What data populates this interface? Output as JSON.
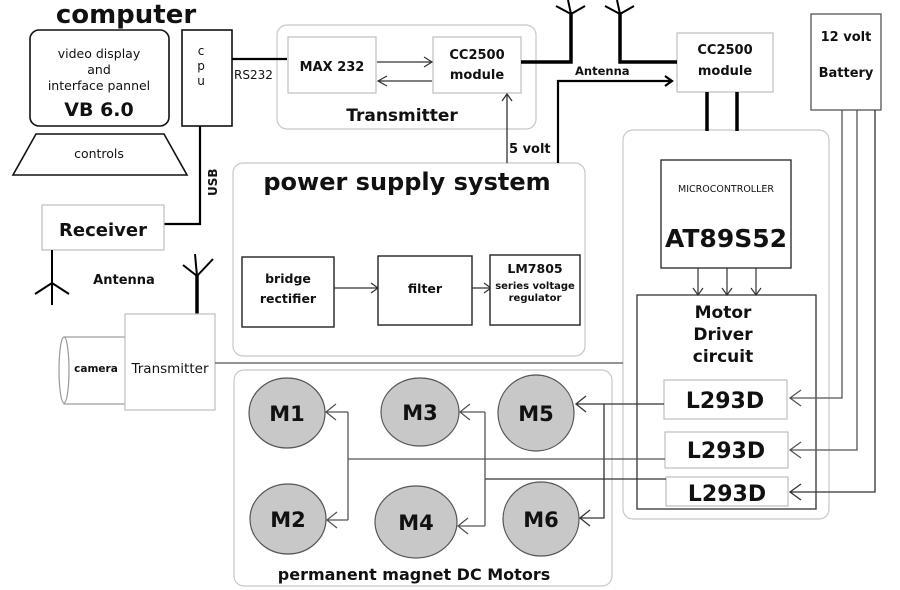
{
  "computer": {
    "title": "computer",
    "display_lines": [
      "video display",
      "and",
      "interface pannel"
    ],
    "display_sub": "VB 6.0",
    "controls": "controls",
    "cpu": [
      "c",
      "p",
      "u"
    ],
    "rs232": "RS232",
    "usb": "USB"
  },
  "transmitter_block": {
    "title": "Transmitter",
    "max232": "MAX 232",
    "cc2500": [
      "CC2500",
      "module"
    ]
  },
  "remote": {
    "cc2500": [
      "CC2500",
      "module"
    ],
    "antenna_label": "Antenna",
    "five_volt": "5 volt"
  },
  "battery": [
    "12 volt",
    "Battery"
  ],
  "receiver": {
    "label": "Receiver",
    "antenna_label": "Antenna"
  },
  "camera": {
    "camera": "camera",
    "transmitter": "Transmitter"
  },
  "power_supply": {
    "title": "power supply system",
    "bridge": [
      "bridge",
      "rectifier"
    ],
    "filter": "filter",
    "regulator": [
      "LM7805",
      "series voltage",
      "regulator"
    ]
  },
  "controller": {
    "micro_label": "MICROCONTROLLER",
    "micro_chip": "AT89S52",
    "driver": [
      "Motor",
      "Driver",
      "circuit"
    ],
    "drivers": [
      "L293D",
      "L293D",
      "L293D"
    ]
  },
  "motors": {
    "title": "permanent magnet DC Motors",
    "items": [
      "M1",
      "M2",
      "M3",
      "M4",
      "M5",
      "M6"
    ]
  }
}
